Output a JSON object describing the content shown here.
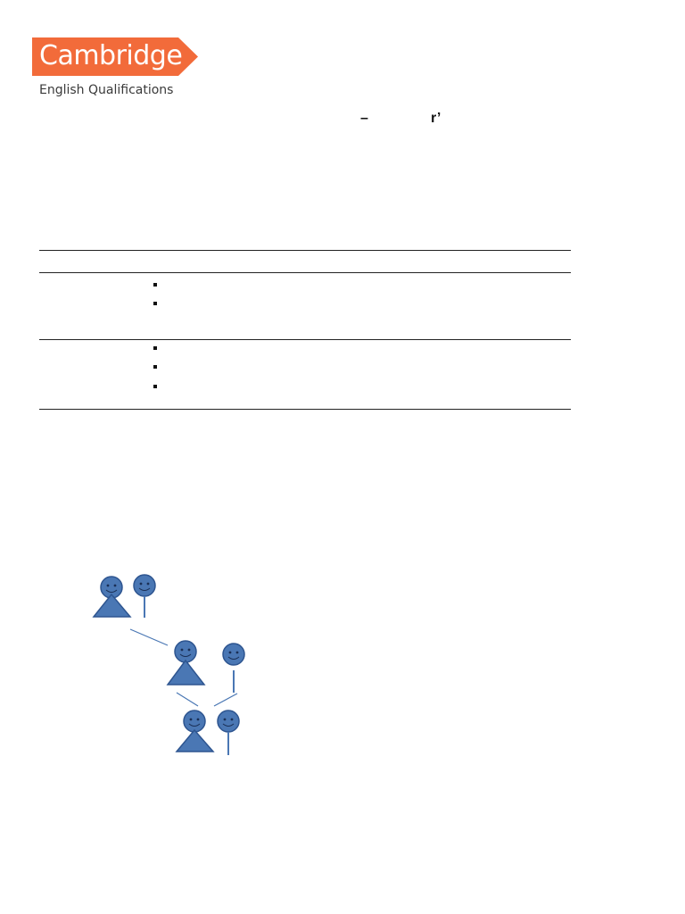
{
  "logo": {
    "wordmark": "Cambridge",
    "subtitle": "English Qualifications",
    "brand_color": "#f26b3a"
  },
  "stray_marks": {
    "dash": "–",
    "r_apostrophe": "r’"
  },
  "figure": {
    "fill_color": "#4a77b4",
    "outline_color": "#2e5590"
  }
}
